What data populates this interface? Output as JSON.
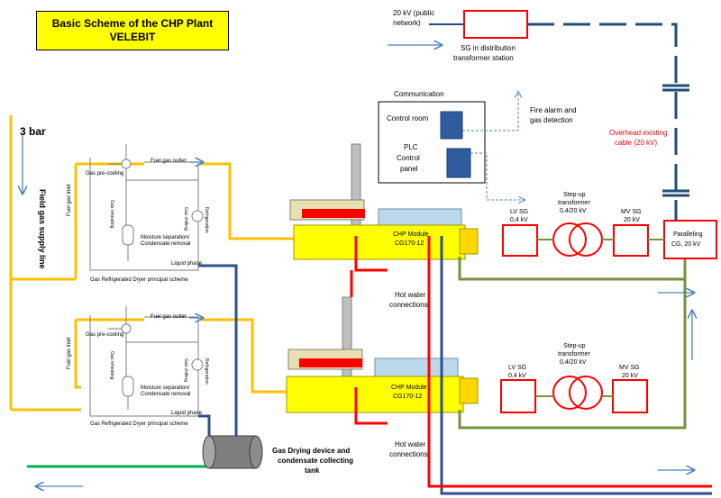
{
  "title": {
    "line1": "Basic Scheme of the CHP Plant",
    "line2": "VELEBIT"
  },
  "gas_supply": {
    "pressure": "3 bar",
    "line_label": "Field gas supply line"
  },
  "dryer": {
    "fuel_gas_outlet": "Fuel gas outlet",
    "fuel_gas_inlet": "Fuel gas inlet",
    "gas_precooling": "Gas pre-cooling",
    "gas_reheating": "Gas reheating",
    "gas_chilling": "Gas chilling",
    "refrigeration": "Refrigeration",
    "moisture_line1": "Moisture separation/",
    "moisture_line2": "Condensate removal",
    "liquid_phase": "Liquid phase",
    "caption": "Gas Refrigerated Dryer principal scheme"
  },
  "communication": {
    "title": "Communication",
    "control_room": "Control room",
    "plc_line1": "PLC",
    "plc_line2": "Control",
    "plc_line3": "panel",
    "fire_line1": "Fire alarm and",
    "fire_line2": "gas detection"
  },
  "chp_module": {
    "line1": "CHP Module",
    "line2": "CG170-12"
  },
  "hot_water": {
    "line1": "Hot water",
    "line2": "connections"
  },
  "electrical": {
    "public_line1": "20 kV (public",
    "public_line2": "network)",
    "sg_dist_line1": "SG in distribution",
    "sg_dist_line2": "transformer station",
    "overhead_line1": "Overhead existing",
    "overhead_line2": "cable (20 kV)",
    "lv_line1": "LV SG",
    "lv_line2": "0,4 kV",
    "stepup_line1": "Step-up",
    "stepup_line2": "transformer",
    "stepup_line3": "0,4/20 kV",
    "mv_line1": "MV SG",
    "mv_line2": "20 kV",
    "paralleling_line1": "Paralleling",
    "paralleling_line2": "CG, 20 kV"
  },
  "tank": {
    "line1": "Gas Drying device and",
    "line2": "condensate collecting",
    "line3": "tank"
  },
  "colors": {
    "gas_line": "#ffc000",
    "water_supply": "#ff0000",
    "water_return": "#2f4f8f",
    "electric": "#76923c",
    "hv_line": "#1f4e79",
    "green_line": "#00b050",
    "chp_yellow": "#ffff00",
    "switchgear": "#ff0000"
  }
}
